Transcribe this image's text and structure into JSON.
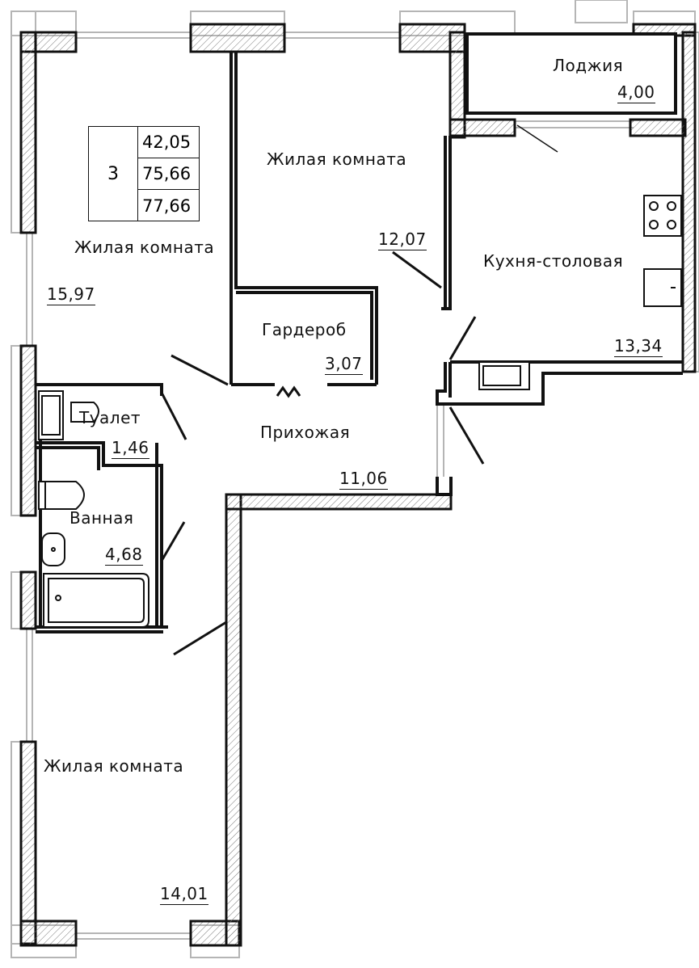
{
  "summary": {
    "rooms": "3",
    "living_area": "42,05",
    "total_area": "75,66",
    "total_area_with_loggia": "77,66"
  },
  "rooms": {
    "bedroom_top_left": {
      "name": "Жилая комната",
      "area": "15,97"
    },
    "bedroom_top_center": {
      "name": "Жилая комната",
      "area": "12,07"
    },
    "loggia": {
      "name": "Лоджия",
      "area": "4,00"
    },
    "kitchen": {
      "name": "Кухня-столовая",
      "area": "13,34"
    },
    "wardrobe": {
      "name": "Гардероб",
      "area": "3,07"
    },
    "toilet": {
      "name": "Туалет",
      "area": "1,46"
    },
    "hallway": {
      "name": "Прихожая",
      "area": "11,06"
    },
    "bathroom": {
      "name": "Ванная",
      "area": "4,68"
    },
    "bedroom_bottom": {
      "name": "Жилая комната",
      "area": "14,01"
    }
  },
  "colors": {
    "line": "#111111",
    "hatch": "#777777",
    "window": "#b5b5b5",
    "background": "#ffffff"
  }
}
